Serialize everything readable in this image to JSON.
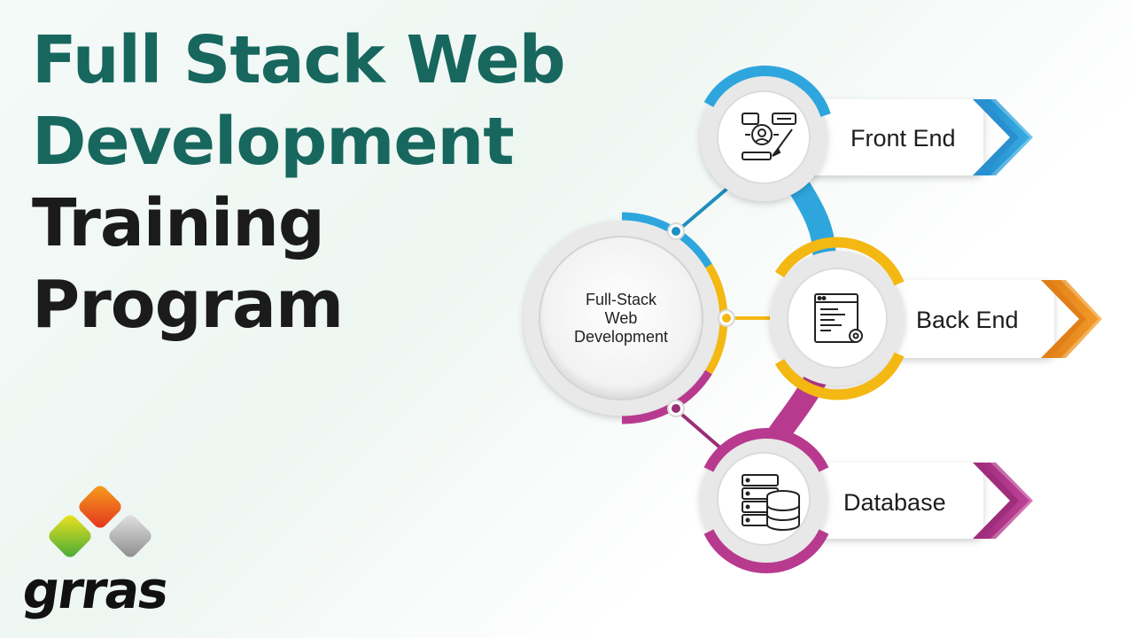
{
  "title": {
    "line1": "Full Stack Web",
    "line2": "Development",
    "line3": "Training",
    "line4": "Program"
  },
  "center": {
    "line1": "Full-Stack",
    "line2": "Web",
    "line3": "Development"
  },
  "nodes": [
    {
      "label": "Front End",
      "icon": "developer-icon",
      "color": "#2ea6dd"
    },
    {
      "label": "Back End",
      "icon": "code-window-icon",
      "color": "#f4b813"
    },
    {
      "label": "Database",
      "icon": "database-icon",
      "color": "#b83a8f"
    }
  ],
  "logo": {
    "text": "grras"
  },
  "colors": {
    "title_green": "#17675e",
    "title_dark": "#1b1b1b",
    "front_end_arrow": "#2ea6dd",
    "back_end_arrow": "#ee8a1c",
    "database_arrow": "#b83a8f"
  }
}
